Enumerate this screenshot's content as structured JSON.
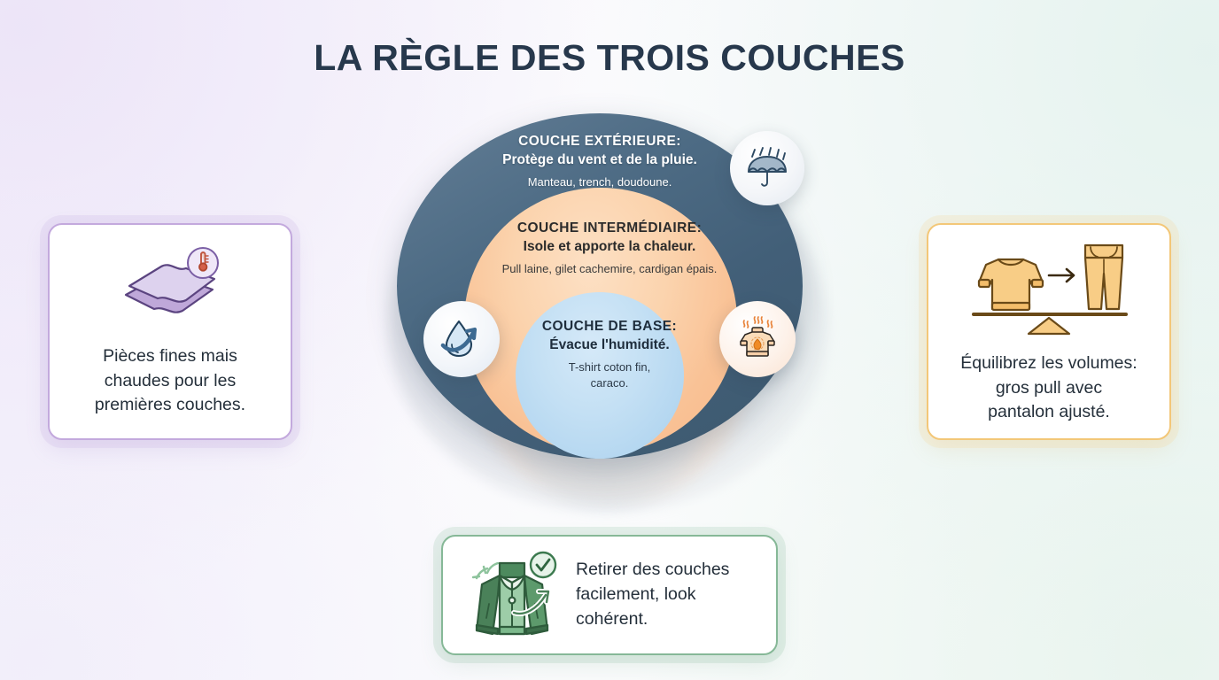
{
  "page": {
    "title": "LA RÈGLE DES TROIS COUCHES",
    "background_start": "#f6f3fb",
    "background_end": "#f6fbf8",
    "title_color": "#27384c"
  },
  "diagram": {
    "type": "concentric-layers",
    "layers": [
      {
        "id": "outer",
        "title": "COUCHE EXTÉRIEURE:",
        "subtitle": "Protège du vent et de la pluie.",
        "examples": "Manteau, trench, doudoune.",
        "color": "#4d6b84",
        "text_color": "#ffffff"
      },
      {
        "id": "middle",
        "title": "COUCHE INTERMÉDIAIRE:",
        "subtitle": "Isole et apporte la chaleur.",
        "examples": "Pull laine, gilet cachemire, cardigan épais.",
        "color": "#f9c79a",
        "text_color": "#2b2b2b"
      },
      {
        "id": "base",
        "title": "COUCHE DE BASE:",
        "subtitle": "Évacue l'humidité.",
        "examples_line1": "T-shirt coton fin,",
        "examples_line2": "caraco.",
        "color": "#bcdaf1",
        "text_color": "#1e2d3c"
      }
    ],
    "badges": [
      {
        "id": "rain",
        "icon": "umbrella-rain-icon",
        "color": "#2e4a63"
      },
      {
        "id": "wicking",
        "icon": "water-droplet-arrow-icon",
        "color": "#2e4a63"
      },
      {
        "id": "warmth",
        "icon": "sweater-heat-icon",
        "color": "#e8833a"
      }
    ]
  },
  "cards": {
    "left": {
      "icon": "layered-fabric-thermometer-icon",
      "text_line1": "Pièces fines mais",
      "text_line2": "chaudes pour les",
      "text_line3": "premières couches.",
      "accent": "#c3a9dd"
    },
    "right": {
      "icon": "balance-sweater-trousers-icon",
      "text_line1": "Équilibrez les volumes:",
      "text_line2": "gros pull avec",
      "text_line3": "pantalon ajusté.",
      "accent": "#f3c778"
    },
    "bottom": {
      "icon": "green-jacket-check-icon",
      "text_line1": "Retirer des couches",
      "text_line2": "facilement, look",
      "text_line3": "cohérent.",
      "accent": "#86b897"
    }
  }
}
